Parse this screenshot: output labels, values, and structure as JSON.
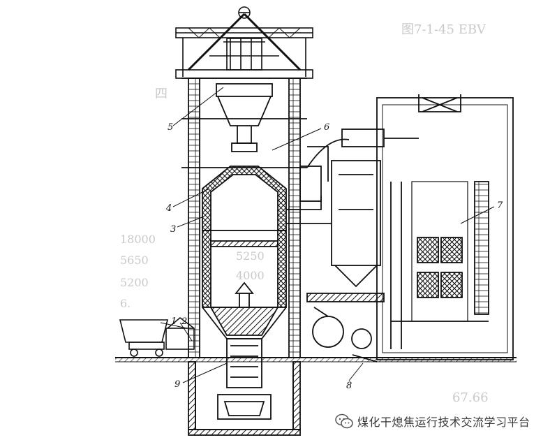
{
  "figure": {
    "labels": [
      {
        "id": "1",
        "text": "1"
      },
      {
        "id": "2",
        "text": "2"
      },
      {
        "id": "3",
        "text": "3"
      },
      {
        "id": "4",
        "text": "4"
      },
      {
        "id": "5",
        "text": "5"
      },
      {
        "id": "6",
        "text": "6"
      },
      {
        "id": "7",
        "text": "7"
      },
      {
        "id": "8",
        "text": "8"
      },
      {
        "id": "9",
        "text": "9"
      }
    ],
    "bleed_through": {
      "caption": "图7-1-45 EBV",
      "heading": "四",
      "numbers": [
        "18000",
        "5650",
        "5200",
        "5250",
        "4000",
        "6.",
        "67.66"
      ]
    }
  },
  "watermark": {
    "text": "煤化干熄焦运行技术交流学习平台",
    "icon": "wechat-icon"
  }
}
